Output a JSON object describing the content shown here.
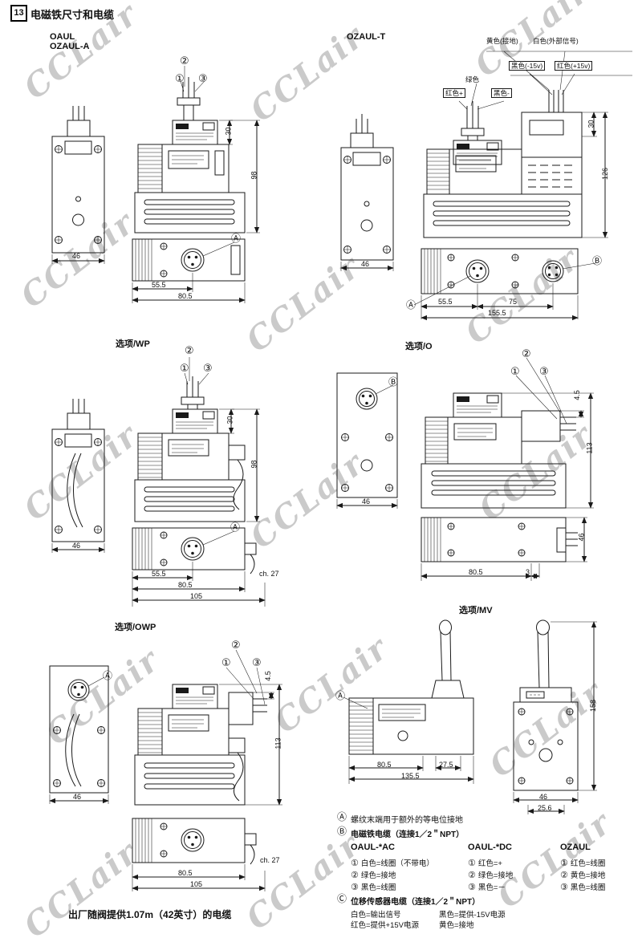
{
  "page": {
    "number": "13",
    "title": "电磁铁尺寸和电缆",
    "watermark": "CCLair",
    "footer": "出厂随阀提供1.07m（42英寸）的电缆"
  },
  "callouts": {
    "n1": "①",
    "n2": "②",
    "n3": "③"
  },
  "markers": {
    "a": "Ⓐ",
    "b": "Ⓑ",
    "c": "Ⓒ"
  },
  "sections": {
    "oaul": {
      "title1": "OAUL",
      "title2": "OZAUL-A",
      "dims": {
        "h30": "30",
        "h98": "98",
        "w46": "46",
        "w555": "55.5",
        "w805": "80.5"
      }
    },
    "ozaul_t": {
      "title": "OZAUL-T",
      "wires": {
        "yellow": "黄色(接地)",
        "white": "白色(外部信号)",
        "black15": "黑色(-15v)",
        "red15": "红色(+15v)",
        "green": "绿色",
        "red_plus": "红色+",
        "black_minus": "黑色-"
      },
      "dims": {
        "h30": "30",
        "h126": "126",
        "w46": "46",
        "w555": "55.5",
        "w75": "75",
        "w1555": "155.5"
      }
    },
    "wp": {
      "title": "选项/WP",
      "dims": {
        "h30": "30",
        "h98": "98",
        "w46": "46",
        "w555": "55.5",
        "w805": "80.5",
        "w105": "105",
        "ch27": "ch. 27"
      }
    },
    "o": {
      "title": "选项/O",
      "dims": {
        "h45": "4.5",
        "h113": "113",
        "w46": "46",
        "side46": "46",
        "w805": "80.5",
        "w3": "3"
      }
    },
    "owp": {
      "title": "选项/OWP",
      "dims": {
        "h45": "4.5",
        "h113": "113",
        "w46": "46",
        "w805": "80.5",
        "w105": "105",
        "ch27": "ch. 27"
      }
    },
    "mv": {
      "title": "选项/MV",
      "dims": {
        "h158": "158",
        "w805": "80.5",
        "w275": "27.5",
        "w1355": "135.5",
        "w46": "46",
        "w256": "25.6"
      }
    }
  },
  "notes": {
    "a_text": "螺纹末端用于额外的等电位接地",
    "b_text": "电磁铁电缆（连接1／2＂NPT）",
    "c_text": "位移传感器电缆（连接1／2＂NPT）"
  },
  "legend": {
    "columns": [
      {
        "title": "OAUL-*AC",
        "items": [
          {
            "num": "①",
            "text": "白色=线圈（不带电）"
          },
          {
            "num": "②",
            "text": "绿色=接地"
          },
          {
            "num": "③",
            "text": "黑色=线圈"
          }
        ]
      },
      {
        "title": "OAUL-*DC",
        "items": [
          {
            "num": "①",
            "text": "红色=+"
          },
          {
            "num": "②",
            "text": "绿色=接地"
          },
          {
            "num": "③",
            "text": "黑色=－"
          }
        ]
      },
      {
        "title": "OZAUL",
        "items": [
          {
            "num": "①",
            "text": "红色=线圈"
          },
          {
            "num": "②",
            "text": "黄色=接地"
          },
          {
            "num": "③",
            "text": "黑色=线圈"
          }
        ]
      }
    ],
    "sensor": [
      {
        "left": "白色=输出信号",
        "right": "黑色=提供-15V电源"
      },
      {
        "left": "红色=提供+15V电源",
        "right": "黄色=接地"
      }
    ]
  }
}
